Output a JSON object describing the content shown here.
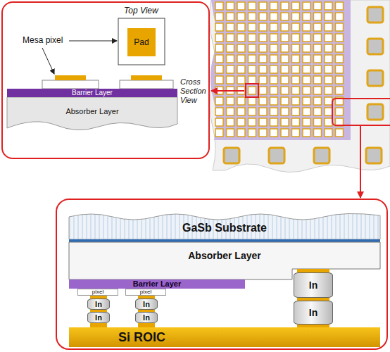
{
  "diagram": {
    "nodes": [
      {
        "text": [
          "Top View",
          "Mesa pixel",
          "Cross Section View"
        ]
      },
      {
        "text": [
          "Pad"
        ],
        "in": 0
      },
      {
        "text": [
          "Barrier Layer"
        ],
        "in": 0
      },
      {
        "text": [
          "Absorber Layer"
        ],
        "in": 0
      },
      {
        "text": [
          "GaSb Substrate"
        ]
      },
      {
        "text": [
          "Absorber Layer"
        ]
      },
      {
        "text": [
          "Barrier Layer"
        ]
      },
      {
        "text": [
          "pixel"
        ]
      },
      {
        "text": [
          "pixel"
        ]
      },
      {
        "text": [
          "In"
        ]
      },
      {
        "text": [
          "In"
        ]
      },
      {
        "text": [
          "In"
        ]
      },
      {
        "text": [
          "In"
        ]
      },
      {
        "text": [
          "In"
        ]
      },
      {
        "text": [
          "In"
        ]
      },
      {
        "text": [
          "Si ROIC"
        ]
      }
    ]
  }
}
